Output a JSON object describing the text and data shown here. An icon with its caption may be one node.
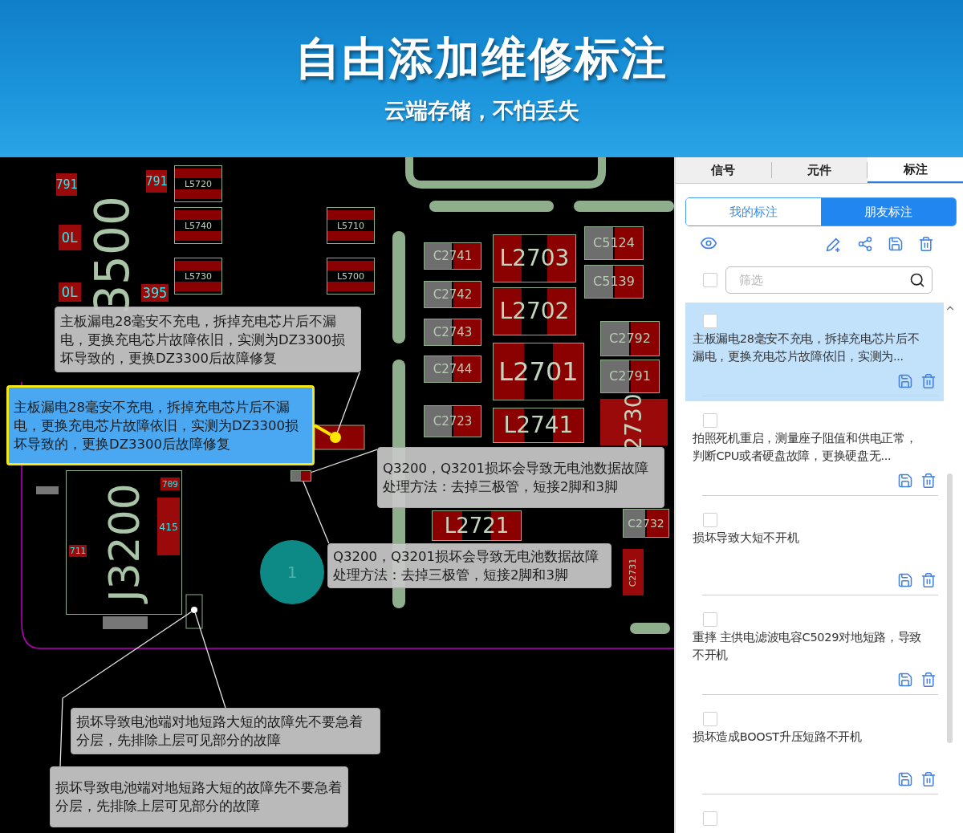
{
  "diagram": {
    "title": "自由添加维修标注",
    "nodes": [
      {
        "text": [
          "主板漏电28毫安不充电，拆掉充电芯片后不漏电，更换充电芯片故障依旧，实测为DZ3300损坏导致的，更换DZ3300后故障修复"
        ]
      },
      {
        "text": [
          "主板漏电28毫安不充电，拆掉充电芯片后不漏电，更换充电芯片故障依旧，实测为DZ3300损坏导致的，更换DZ3300后故障修复"
        ]
      },
      {
        "text": [],
        "shape": "circle"
      },
      {
        "text": [
          "Q3200，Q3201损坏会导致无电池数据故障",
          "处理方法：去掉三极管，短接2脚和3脚"
        ]
      },
      {
        "text": [
          "Q3200，Q3201损坏会导致无电池数据故障",
          "处理方法：去掉三极管，短接2脚和3脚"
        ]
      },
      {
        "text": [
          "损坏导致电池端对地短路大短的故障先不要急着分层，先排除上层可见部分的故障"
        ]
      },
      {
        "text": [
          "损坏导致电池端对地短路大短的故障先不要急着分层，先排除上层可见部分的故障"
        ]
      },
      {
        "text": [],
        "shape": "circle"
      },
      {
        "text": [],
        "shape": "box"
      }
    ],
    "edges": [
      {
        "from": 0,
        "to": 2,
        "arrow": "none"
      },
      {
        "from": 1,
        "to": 2,
        "arrow": "none",
        "style": "thick",
        "color": "#ffe600"
      },
      {
        "from": 3,
        "to": 8,
        "arrow": "none"
      },
      {
        "from": 4,
        "to": 8,
        "arrow": "none"
      },
      {
        "from": 5,
        "to": 7,
        "arrow": "none"
      },
      {
        "from": 6,
        "to": 7,
        "arrow": "none"
      }
    ],
    "labels": [
      "云端存储，不怕丢失",
      "信号",
      "元件",
      "标注",
      "我的标注",
      "朋友标注",
      "筛选",
      "主板漏电28毫安不充电，拆掉充电芯片后不漏电，更换充电芯片故障依旧，实测为...",
      "拍照死机重启，测量座子阻值和供电正常，判断CPU或者硬盘故障，更换硬盘无...",
      "损坏导致大短不开机",
      "重摔 主供电滤波电容C5029对地短路，导致不开机",
      "损坏造成BOOST升压短路不开机",
      "791",
      "791",
      "L5720",
      "L5740",
      "L5710",
      "OL",
      "3500",
      "L5730",
      "L5700",
      "OL",
      "395",
      "C2741",
      "L2703",
      "C5124",
      "C5139",
      "C2742",
      "L2702",
      "C2743",
      "C2792",
      "L2701",
      "C2744",
      "C2791",
      "C2723",
      "L2741",
      "2730",
      "709",
      "J3200",
      "415",
      "711",
      "1",
      "L2721",
      "C2732",
      "C2731"
    ]
  }
}
